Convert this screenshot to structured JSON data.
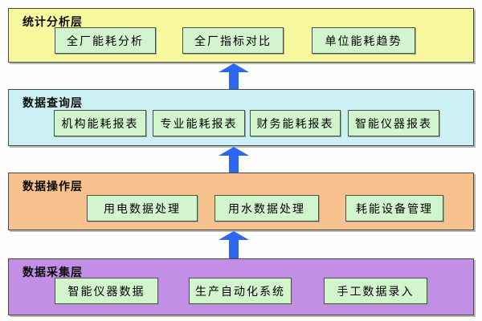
{
  "diagram_type": "layered-architecture",
  "colors": {
    "layer1_bg": "#F8F89E",
    "layer2_bg": "#CBF1F4",
    "layer3_bg": "#F8C28E",
    "layer4_bg": "#C28EE6",
    "node_bg": "#D2F5CD",
    "arrow": "#2C66F2",
    "border": "#4A4A42"
  },
  "layers": [
    {
      "name": "统计分析层",
      "bg": "#F8F89E",
      "boxes": [
        "全厂能耗分析",
        "全厂指标对比",
        "单位能耗趋势"
      ]
    },
    {
      "name": "数据查询层",
      "bg": "#CBF1F4",
      "boxes": [
        "机构能耗报表",
        "专业能耗报表",
        "财务能耗报表",
        "智能仪器报表"
      ]
    },
    {
      "name": "数据操作层",
      "bg": "#F8C28E",
      "boxes": [
        "用电数据处理",
        "用水数据处理",
        "耗能设备管理"
      ]
    },
    {
      "name": "数据采集层",
      "bg": "#C28EE6",
      "boxes": [
        "智能仪器数据",
        "生产自动化系统",
        "手工数据录入"
      ]
    }
  ]
}
